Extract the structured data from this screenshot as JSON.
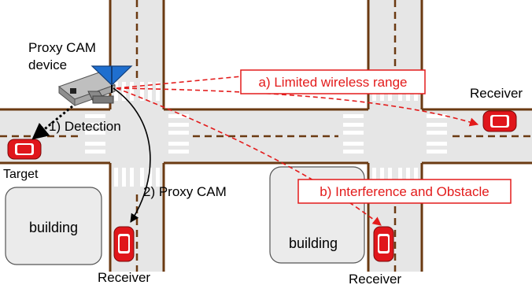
{
  "labels": {
    "proxy_cam_device_line1": "Proxy CAM",
    "proxy_cam_device_line2": "device",
    "detection": "1) Detection",
    "proxy_cam": "2) Proxy CAM",
    "target": "Target",
    "receiver_right": "Receiver",
    "receiver_bottom_left": "Receiver",
    "receiver_bottom_right": "Receiver",
    "building_left": "building",
    "building_right": "building",
    "limited_range": "a) Limited wireless range",
    "interference": "b) Interference and Obstacle"
  },
  "colors": {
    "road": "#e6e6e6",
    "road_edge": "#6b3a12",
    "lane_dash": "#6b3a12",
    "crosswalk": "#ffffff",
    "building": "#ebebeb",
    "car": "#e0161b",
    "annotation_red": "#e31b1b",
    "antenna": "#1f6fcf"
  }
}
